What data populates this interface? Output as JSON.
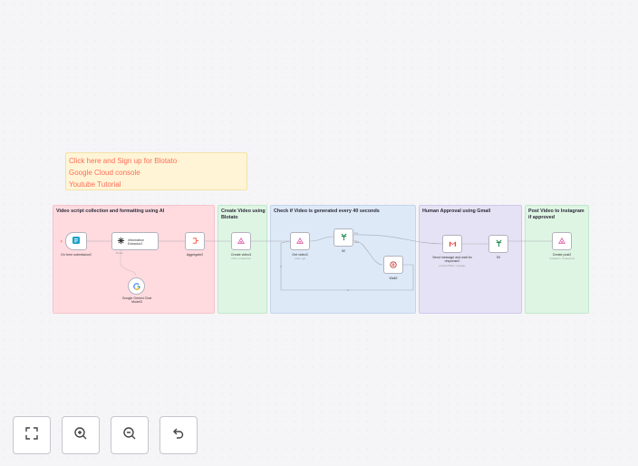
{
  "note": {
    "links": [
      "Click here and Sign up for Blotato",
      "Google Cloud console",
      "Youtube Tutorial"
    ]
  },
  "stickies": {
    "video_script": "Video script collection and formatting using AI",
    "create_video": "Create Video using Blotato",
    "check_video": "Check if Video is generated every 40 seconds",
    "human_approval": "Human Approval using Gmail",
    "post_video": "Post Video to Instagram if approved"
  },
  "nodes": {
    "form": "On form submission2",
    "extractor": "Information Extractor2",
    "aggregate": "Aggregate2",
    "gemini": "Google Gemini Chat Model3",
    "create_video": "Create video3",
    "create_video_sub": "video: create/new",
    "get_video": "Get video3",
    "get_video_sub": "video: get",
    "if_node": "If2",
    "wait": "Wait2",
    "gmail": "Send message and wait for response2",
    "gmail_sub": "sendAndWait: message",
    "if_node2": "If3",
    "create_post": "Create post2",
    "create_post_sub": "instagram: create/post"
  },
  "colors": {
    "accent": "#ff6d5a",
    "sticky_red": "#ffdbe0",
    "sticky_green": "#dff5e4",
    "sticky_blue": "#dde9f7",
    "sticky_purple": "#e6e2f5"
  },
  "icons": {
    "form": "form-icon",
    "extractor": "ai-extractor-icon",
    "aggregate": "aggregate-icon",
    "gemini": "google-g-icon",
    "blotato": "blotato-icon",
    "if": "if-branch-icon",
    "wait": "wait-pause-icon",
    "gmail": "gmail-icon"
  },
  "controls": [
    "fit-view-icon",
    "zoom-in-icon",
    "zoom-out-icon",
    "undo-icon"
  ]
}
